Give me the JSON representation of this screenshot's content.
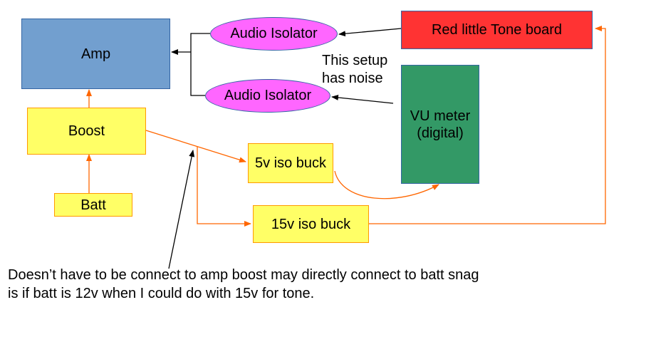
{
  "nodes": {
    "amp": "Amp",
    "boost": "Boost",
    "batt": "Batt",
    "audio_isolator_top": "Audio Isolator",
    "audio_isolator_bottom": "Audio Isolator",
    "tone_board": "Red little Tone board",
    "vu_meter_line1": "VU meter",
    "vu_meter_line2": "(digital)",
    "buck_5v": "5v iso buck",
    "buck_15v": "15v iso buck"
  },
  "annotations": {
    "noise_line1": "This setup",
    "noise_line2": "has noise",
    "note_line1": "Doesn’t have to be connect to amp boost may directly connect to batt snag",
    "note_line2": "is if batt is 12v when I could do with 15v for tone."
  },
  "colors": {
    "amp_fill": "#729fcf",
    "yellow_fill": "#ffff66",
    "tone_fill": "#ff3333",
    "vu_fill": "#339966",
    "isolator_fill": "#ff66ff",
    "power_wire": "#ff6600",
    "signal_wire": "#000000"
  }
}
